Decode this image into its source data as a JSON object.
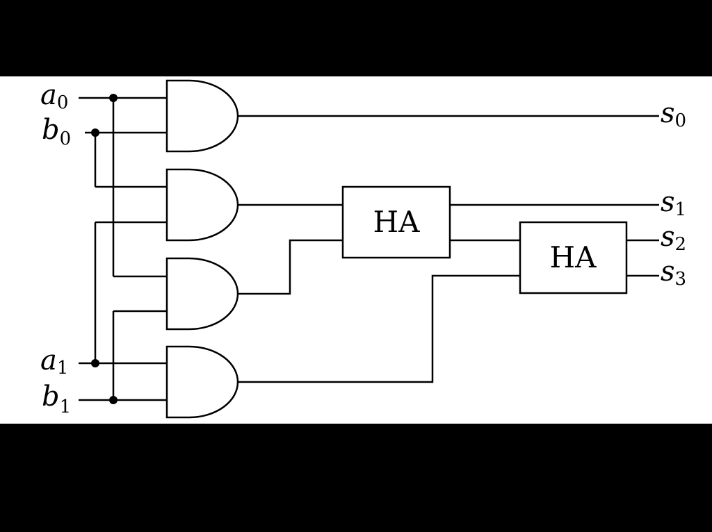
{
  "inputs": {
    "a0": {
      "letter": "a",
      "sub": "0"
    },
    "b0": {
      "letter": "b",
      "sub": "0"
    },
    "a1": {
      "letter": "a",
      "sub": "1"
    },
    "b1": {
      "letter": "b",
      "sub": "1"
    }
  },
  "outputs": {
    "s0": {
      "letter": "s",
      "sub": "0"
    },
    "s1": {
      "letter": "s",
      "sub": "1"
    },
    "s2": {
      "letter": "s",
      "sub": "2"
    },
    "s3": {
      "letter": "s",
      "sub": "3"
    }
  },
  "half_adders": [
    {
      "label": "HA"
    },
    {
      "label": "HA"
    }
  ]
}
